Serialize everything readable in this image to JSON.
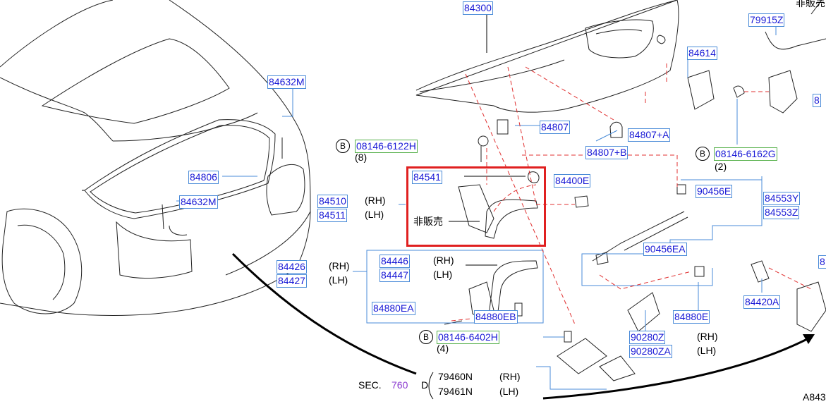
{
  "parts": {
    "p84300": "84300",
    "p79915Z": "79915Z",
    "p_jp_top": "非販売",
    "p84614": "84614",
    "p84632M_a": "84632M",
    "p84807": "84807",
    "p84807A": "84807+A",
    "p84807B": "84807+B",
    "p08146_6122H": "08146-6122H",
    "p08146_6122H_qty": "(8)",
    "p08146_6162G": "08146-6162G",
    "p08146_6162G_qty": "(2)",
    "p84806": "84806",
    "p84541": "84541",
    "p84400E": "84400E",
    "p90456E": "90456E",
    "p84553Y": "84553Y",
    "p84553Z": "84553Z",
    "p84632M_b": "84632M",
    "p84510": "84510",
    "p84510_side": "(RH)",
    "p84511": "84511",
    "p84511_side": "(LH)",
    "p_jp_mid": "非販売",
    "p90456EA": "90456EA",
    "p84446": "84446",
    "p84446_side": "(RH)",
    "p84447": "84447",
    "p84447_side": "(LH)",
    "p84426": "84426",
    "p84426_side": "(RH)",
    "p84427": "84427",
    "p84427_side": "(LH)",
    "p84880EA": "84880EA",
    "p84880EB": "84880EB",
    "p84880E": "84880E",
    "p84420A": "84420A",
    "p08146_6402H": "08146-6402H",
    "p08146_6402H_qty": "(4)",
    "p90280Z": "90280Z",
    "p90280Z_side": "(RH)",
    "p90280ZA": "90280ZA",
    "p90280ZA_side": "(LH)",
    "p79460N": "79460N",
    "p79460N_side": "(RH)",
    "p79461N": "79461N",
    "p79461N_side": "(LH)",
    "sec_label": "SEC.",
    "sec_num": "760",
    "ref_code": "A843",
    "circle_b": "B",
    "circle_d": "D",
    "edge_right": "8"
  },
  "colors": {
    "part_text": "#1a1ad6",
    "part_border": "#4a8bd8",
    "highlight": "#e02020",
    "leader_red": "#e03030",
    "leader_blue": "#4a8bd8"
  }
}
